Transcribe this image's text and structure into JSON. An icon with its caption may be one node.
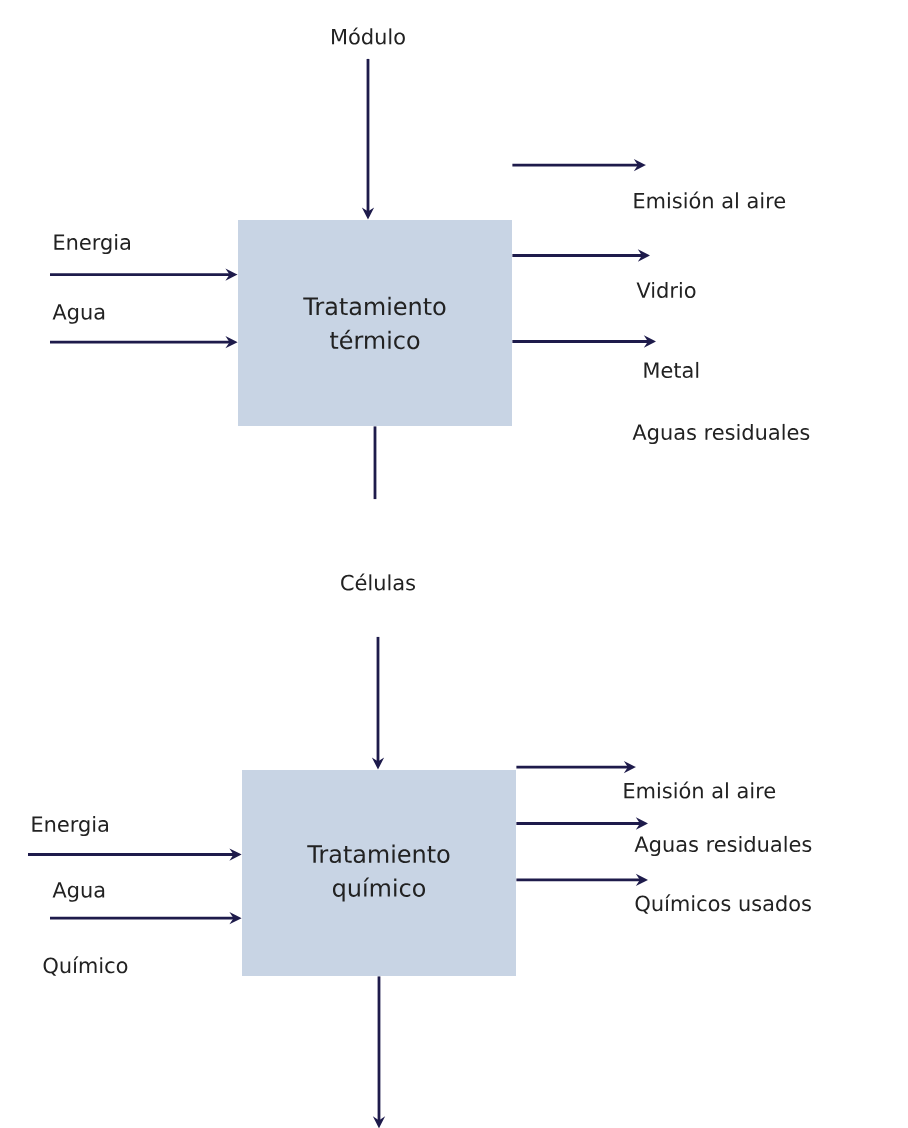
{
  "diagram": {
    "nodes": [
      {
        "text": [
          "Módulo"
        ]
      },
      {
        "text": [
          "Tratamiento térmico"
        ]
      },
      {
        "text": [
          "Energia"
        ]
      },
      {
        "text": [
          "Agua"
        ]
      },
      {
        "text": [
          "Emisión al aire"
        ]
      },
      {
        "text": [
          "Vidrio"
        ]
      },
      {
        "text": [
          "Metal"
        ]
      },
      {
        "text": [
          "Células"
        ]
      },
      {
        "text": [
          "Tratamiento químico"
        ]
      },
      {
        "text": [
          "Energia"
        ]
      },
      {
        "text": [
          "Agua"
        ]
      },
      {
        "text": [
          "Emisión al aire"
        ]
      },
      {
        "text": [
          "Aguas residuales"
        ]
      },
      {
        "text": [
          "Químicos usados"
        ]
      }
    ],
    "edges": [
      {
        "from": 0,
        "to": 1,
        "arrow": "to"
      },
      {
        "from": 2,
        "to": 1,
        "arrow": "to"
      },
      {
        "from": 3,
        "to": 1,
        "arrow": "to"
      },
      {
        "from": 1,
        "to": 4,
        "arrow": "to"
      },
      {
        "from": 1,
        "to": 5,
        "arrow": "to"
      },
      {
        "from": 1,
        "to": 6,
        "arrow": "to"
      },
      {
        "from": 1,
        "to": 7,
        "arrow": "none"
      },
      {
        "from": 7,
        "to": 8,
        "arrow": "to"
      },
      {
        "from": 9,
        "to": 8,
        "arrow": "to"
      },
      {
        "from": 10,
        "to": 8,
        "arrow": "to"
      },
      {
        "from": 8,
        "to": 11,
        "arrow": "to"
      },
      {
        "from": 8,
        "to": 12,
        "arrow": "to"
      },
      {
        "from": 8,
        "to": 13,
        "arrow": "to"
      },
      {
        "from": 8,
        "to": null,
        "arrow": "to"
      }
    ],
    "labels": [
      "Aguas residuales",
      "Químico"
    ]
  }
}
